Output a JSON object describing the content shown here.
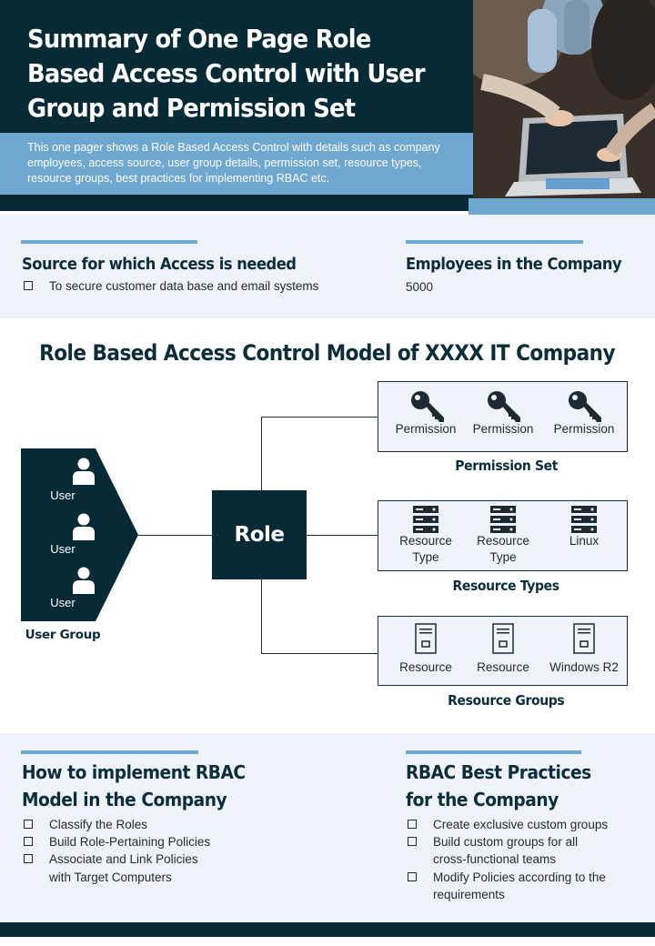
{
  "header": {
    "title": "Summary of One Page Role Based Access Control with User Group and Permission Set",
    "subtitle": "This one pager shows a Role Based Access Control with details such as company employees, access source, user group details, permission set, resource types, resource groups, best practices for implementing RBAC etc."
  },
  "source": {
    "heading": "Source for which Access is needed",
    "items": [
      "To secure customer data base and email systems"
    ]
  },
  "employees": {
    "heading": "Employees in the Company",
    "value": "5000"
  },
  "model": {
    "title": "Role Based Access Control Model of XXXX IT Company",
    "user_group": {
      "users": [
        "User",
        "User",
        "User"
      ],
      "caption": "User Group"
    },
    "role": "Role",
    "permission_set": {
      "items": [
        "Permission",
        "Permission",
        "Permission"
      ],
      "caption": "Permission Set"
    },
    "resource_types": {
      "items": [
        "Resource Type",
        "Resource Type",
        "Linux"
      ],
      "caption": "Resource Types"
    },
    "resource_groups": {
      "items": [
        "Resource",
        "Resource",
        "Windows R2"
      ],
      "caption": "Resource Groups"
    }
  },
  "implement": {
    "heading_line1": "How to implement RBAC",
    "heading_line2": "Model in the Company",
    "items": [
      "Classify the Roles",
      "Build Role-Pertaining Policies",
      "Associate and Link Policies with Target Computers"
    ]
  },
  "practices": {
    "heading_line1": "RBAC Best Practices",
    "heading_line2": "for the Company",
    "items": [
      "Create exclusive custom groups",
      "Build custom groups for all cross-functional teams",
      "Modify Policies according to the requirements"
    ]
  },
  "colors": {
    "dark": "#062a36",
    "accent": "#6ea7cf",
    "light_band": "#edf3f8"
  }
}
